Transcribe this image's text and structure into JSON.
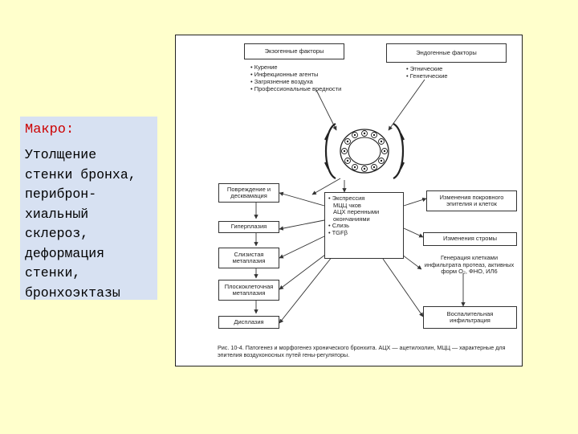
{
  "side_note": {
    "heading": "Макро:",
    "lines": [
      "Утолщение",
      "стенки бронха,",
      "периброн-",
      "хиальный",
      "склероз,",
      "деформация",
      "стенки,",
      "бронхоэктазы"
    ]
  },
  "figure": {
    "top_left": "Экзогенные факторы",
    "top_right": "Эндогенные факторы",
    "exo_list": [
      "• Курение",
      "• Инфекционные агенты",
      "• Загрязнение воздуха",
      "• Профессиональные вредности"
    ],
    "endo_list": [
      "• Этнические",
      "• Генетические"
    ],
    "left_boxes": [
      "Повреждение и десквамация",
      "Гиперплазия",
      "Слизистая метаплазия",
      "Плоскоклеточная метаплазия",
      "Дисплазия"
    ],
    "center_lines": [
      "• Экспрессия",
      "МЦЦ чков",
      "АЦХ перенными",
      "окончаниями",
      "• Слизь",
      "• TGFβ"
    ],
    "right_boxes": [
      "Изменения покровного эпителия и клеток",
      "Изменения стромы",
      "Генерация клетками инфильтрата протеаз, активных форм O₂, ФНО, ИЛ6",
      "Воспалительная инфильтрация"
    ],
    "caption": "Рис. 10-4. Патогенез и морфогенез хронического бронхита. АЦХ — ацетилхолин, МЦЦ — характерные для эпителия воздухоносных путей гены-регуляторы."
  },
  "colors": {
    "background": "#ffffcc",
    "panel": "#d7e1f2",
    "heading": "#cc0000"
  }
}
